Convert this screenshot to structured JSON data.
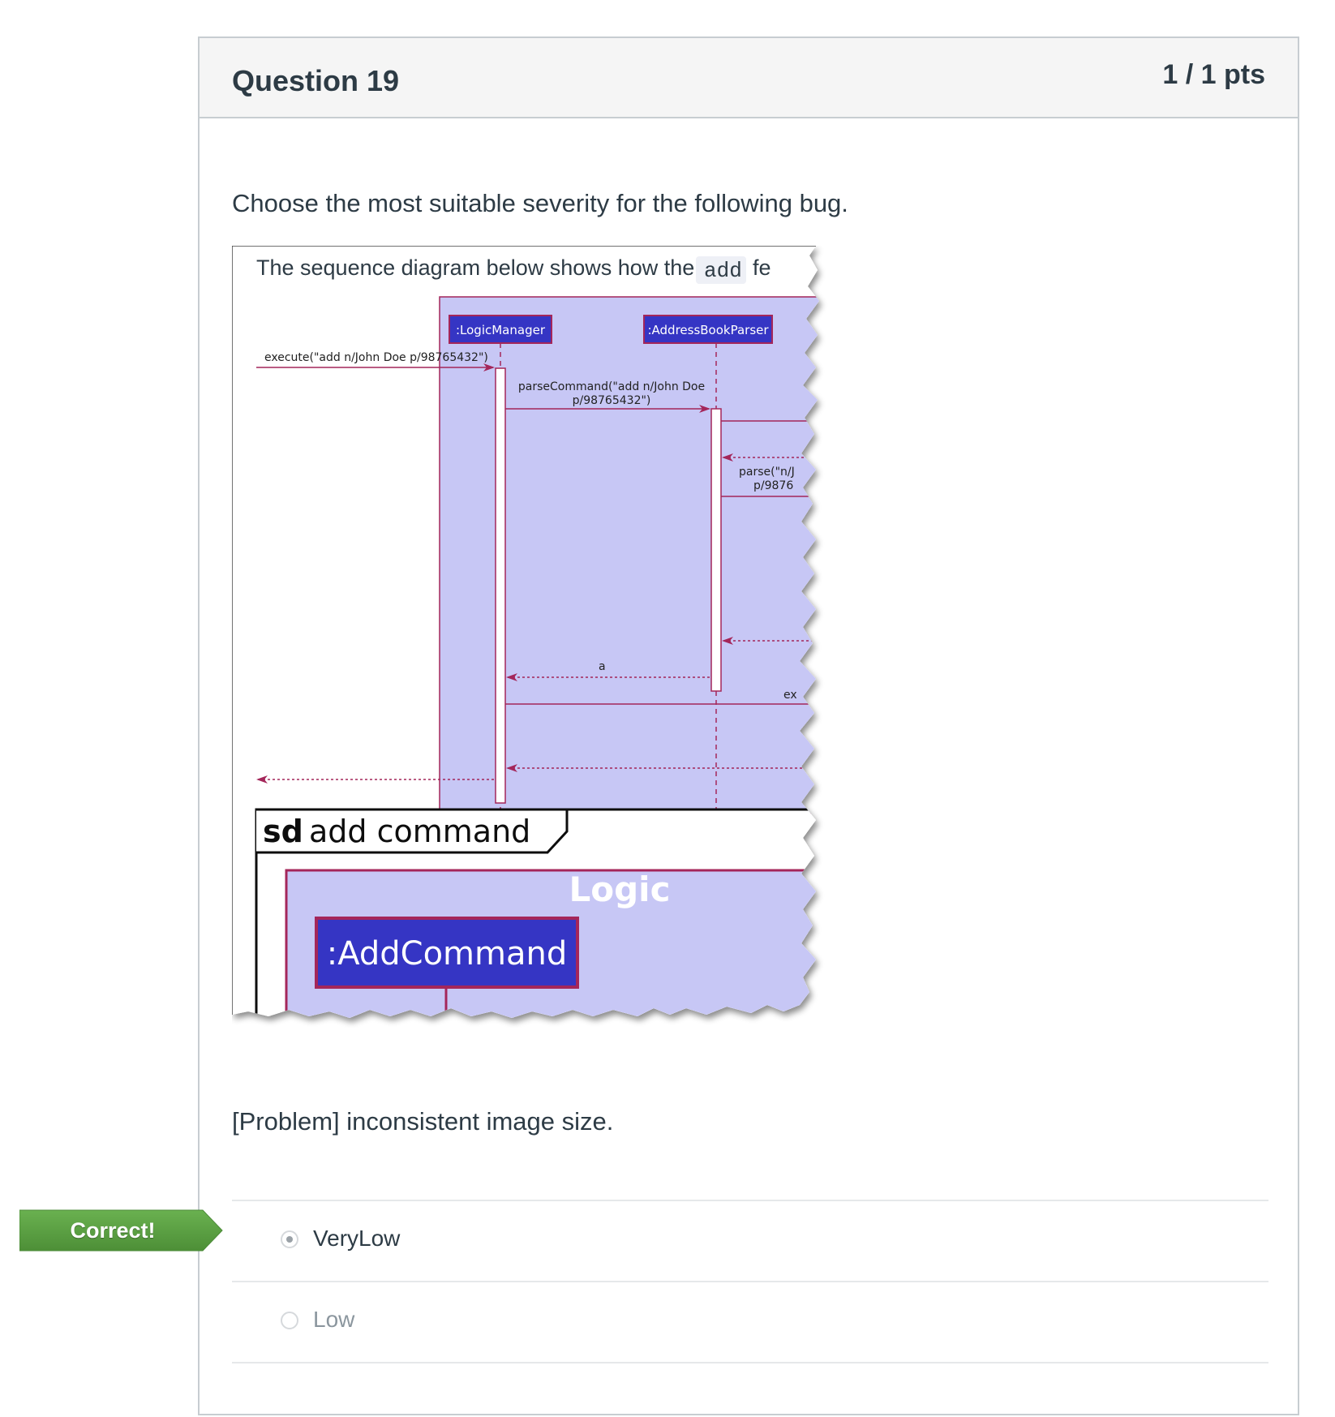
{
  "question": {
    "title": "Question 19",
    "points": "1 / 1 pts",
    "prompt": "Choose the most suitable severity for the following bug.",
    "problem": "[Problem] inconsistent image size."
  },
  "figure": {
    "intro_text": "The sequence diagram below shows how the",
    "code_word": "add",
    "cut_word": "fe",
    "lifeline_logic_manager": ":LogicManager",
    "lifeline_parser": ":AddressBookParser",
    "msg_execute": "execute(\"add n/John Doe p/98765432\")",
    "msg_parse_line1": "parseCommand(\"add n/John Doe",
    "msg_parse_line2": "p/98765432\")",
    "msg_parse2_line1": "parse(\"n/J",
    "msg_parse2_line2": "p/9876",
    "return_a": "a",
    "msg_ex": "ex",
    "sd_keyword": "sd",
    "sd_name": "add command",
    "logic_label": "Logic",
    "add_command": ":AddCommand"
  },
  "answers": [
    {
      "label": "VeryLow",
      "selected": true
    },
    {
      "label": "Low",
      "selected": false
    }
  ],
  "feedback": {
    "label": "Correct!",
    "color": "#5ba044"
  }
}
